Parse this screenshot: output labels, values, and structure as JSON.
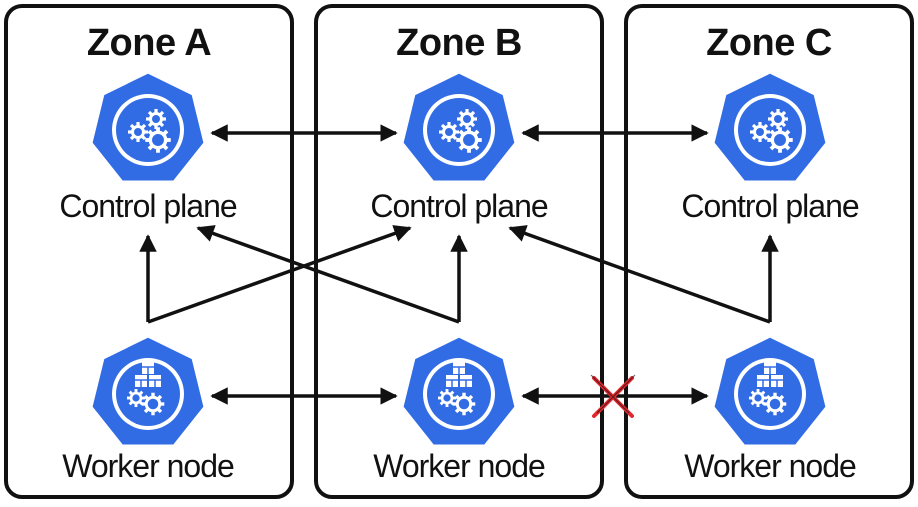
{
  "zones": [
    {
      "title": "Zone A",
      "control_plane_label": "Control plane",
      "worker_label": "Worker node"
    },
    {
      "title": "Zone B",
      "control_plane_label": "Control plane",
      "worker_label": "Worker node"
    },
    {
      "title": "Zone C",
      "control_plane_label": "Control plane",
      "worker_label": "Worker node"
    }
  ],
  "colors": {
    "node_fill": "#326CE5",
    "icon_white": "#ffffff",
    "line": "#111111",
    "broken_link": "#E0282F"
  },
  "icons": {
    "control_plane": "gears-icon",
    "worker_node": "cubes-and-gears-icon",
    "broken_link": "x-mark-icon"
  }
}
